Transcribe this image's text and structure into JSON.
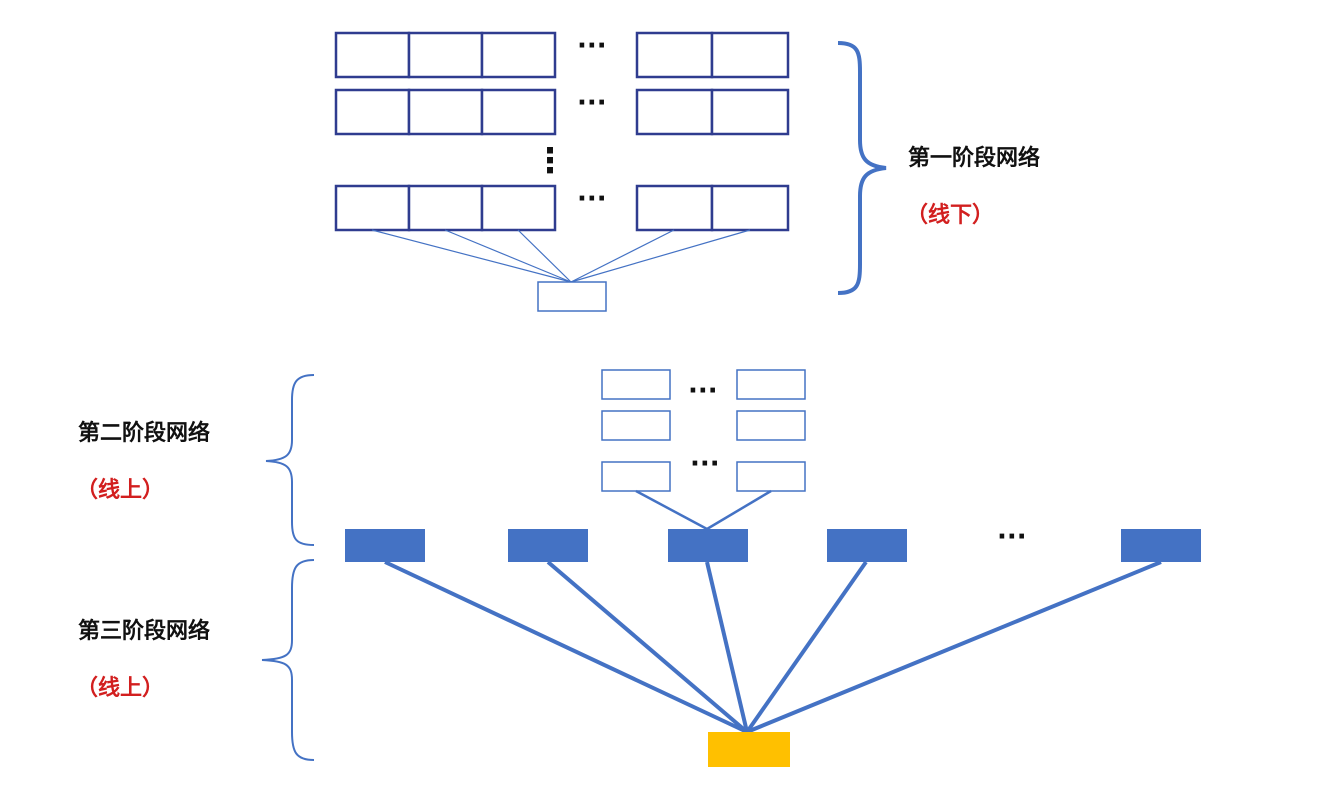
{
  "labels": {
    "stage1": {
      "title": "第一阶段网络",
      "mode": "（线下）"
    },
    "stage2": {
      "title": "第二阶段网络",
      "mode": "（线上）"
    },
    "stage3": {
      "title": "第三阶段网络",
      "mode": "（线上）"
    }
  },
  "ellipsis_h": "···",
  "ellipsis_v": "⋮",
  "colors": {
    "stage1_box_stroke": "#2f3c8f",
    "light_box_stroke": "#4472c4",
    "stage2_fill": "#4472c4",
    "output_fill": "#ffc000",
    "brace": "#4472c4",
    "mode_text": "#d21f1f"
  }
}
